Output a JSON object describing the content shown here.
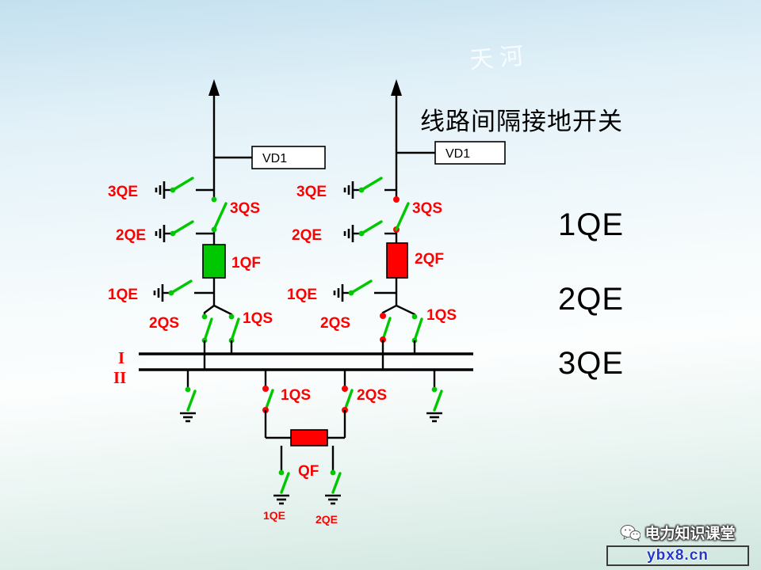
{
  "title": "线路间隔接地开关",
  "watermark": "天河",
  "legend": {
    "qe1": "1QE",
    "qe2": "2QE",
    "qe3": "3QE"
  },
  "left_bay": {
    "vd": "VD1",
    "qe3_label": "3QE",
    "qs3_label": "3QS",
    "qe2_label": "2QE",
    "qf_label": "1QF",
    "qe1_label": "1QE",
    "qs2_label": "2QS",
    "qs1_label": "1QS"
  },
  "right_bay": {
    "vd": "VD1",
    "qe3_label": "3QE",
    "qs3_label": "3QS",
    "qe2_label": "2QE",
    "qf_label": "2QF",
    "qe1_label": "1QE",
    "qs2_label": "2QS",
    "qs1_label": "1QS"
  },
  "bus": {
    "bus1_label": "I",
    "bus2_label": "II"
  },
  "bus_tie": {
    "qs1_label": "1QS",
    "qs2_label": "2QS",
    "qf_label": "QF",
    "qe1_label": "1QE",
    "qe2_label": "2QE"
  },
  "footer": {
    "brand": "电力知识课堂",
    "site": "ybx8.cn"
  },
  "colors": {
    "device_green": "#00c800",
    "device_red": "#ff0000",
    "label_red": "#ff0000"
  }
}
